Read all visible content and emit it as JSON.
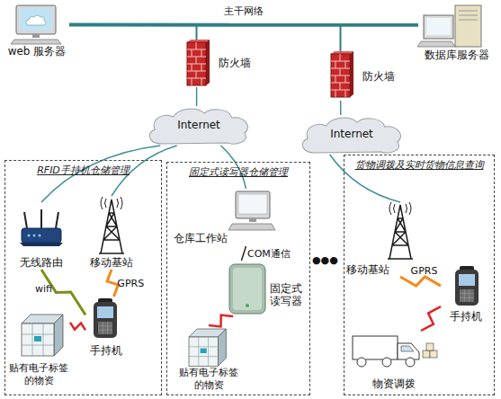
{
  "diagram": {
    "nodes": [
      {
        "text": [
          "web 服务器"
        ]
      },
      {
        "text": [
          "数据库服务器"
        ]
      },
      {
        "text": [
          "防火墙"
        ]
      },
      {
        "text": [
          "防火墙"
        ]
      },
      {
        "text": [
          "Internet"
        ]
      },
      {
        "text": [
          "Internet"
        ]
      },
      {
        "text": [
          "RFID手持机仓储管理"
        ]
      },
      {
        "text": [
          "固定式读写器仓储管理"
        ]
      },
      {
        "text": [
          "货物调拨及实时货物信息查询"
        ]
      },
      {
        "text": [
          "无线路由"
        ],
        "in": 6
      },
      {
        "text": [
          "移动基站"
        ],
        "in": 6
      },
      {
        "text": [
          "手持机"
        ],
        "in": 6
      },
      {
        "text": [
          "贴有电子标签 的物资"
        ],
        "in": 6
      },
      {
        "text": [
          "仓库工作站"
        ],
        "in": 7
      },
      {
        "text": [
          "固定式 读写器"
        ],
        "in": 7
      },
      {
        "text": [
          "贴有电子标签 的物资"
        ],
        "in": 7
      },
      {
        "text": [
          "移动基站"
        ],
        "in": 8
      },
      {
        "text": [
          "手持机"
        ],
        "in": 8
      },
      {
        "text": [
          "物资调拨"
        ],
        "in": 8
      }
    ],
    "edges": [
      {
        "from": 0,
        "to": 1,
        "label": "主干网络",
        "arrow": "none"
      },
      {
        "from": 2,
        "to": 4,
        "arrow": "none"
      },
      {
        "from": 3,
        "to": 5,
        "arrow": "none"
      },
      {
        "from": 4,
        "to": 9,
        "arrow": "none"
      },
      {
        "from": 4,
        "to": 10,
        "arrow": "none"
      },
      {
        "from": 4,
        "to": 13,
        "arrow": "none"
      },
      {
        "from": 9,
        "to": 11,
        "label": "wifi",
        "arrow": "none"
      },
      {
        "from": 10,
        "to": 11,
        "label": "GPRS",
        "arrow": "none"
      },
      {
        "from": 11,
        "to": 12,
        "arrow": "none"
      },
      {
        "from": 13,
        "to": 14,
        "label": "COM通信",
        "arrow": "none"
      },
      {
        "from": 14,
        "to": 15,
        "arrow": "none"
      },
      {
        "from": 5,
        "to": 16,
        "arrow": "none"
      },
      {
        "from": 16,
        "to": 17,
        "label": "GPRS",
        "arrow": "none"
      },
      {
        "from": 17,
        "to": 18,
        "arrow": "none"
      }
    ],
    "labels": [
      "●●●"
    ]
  }
}
